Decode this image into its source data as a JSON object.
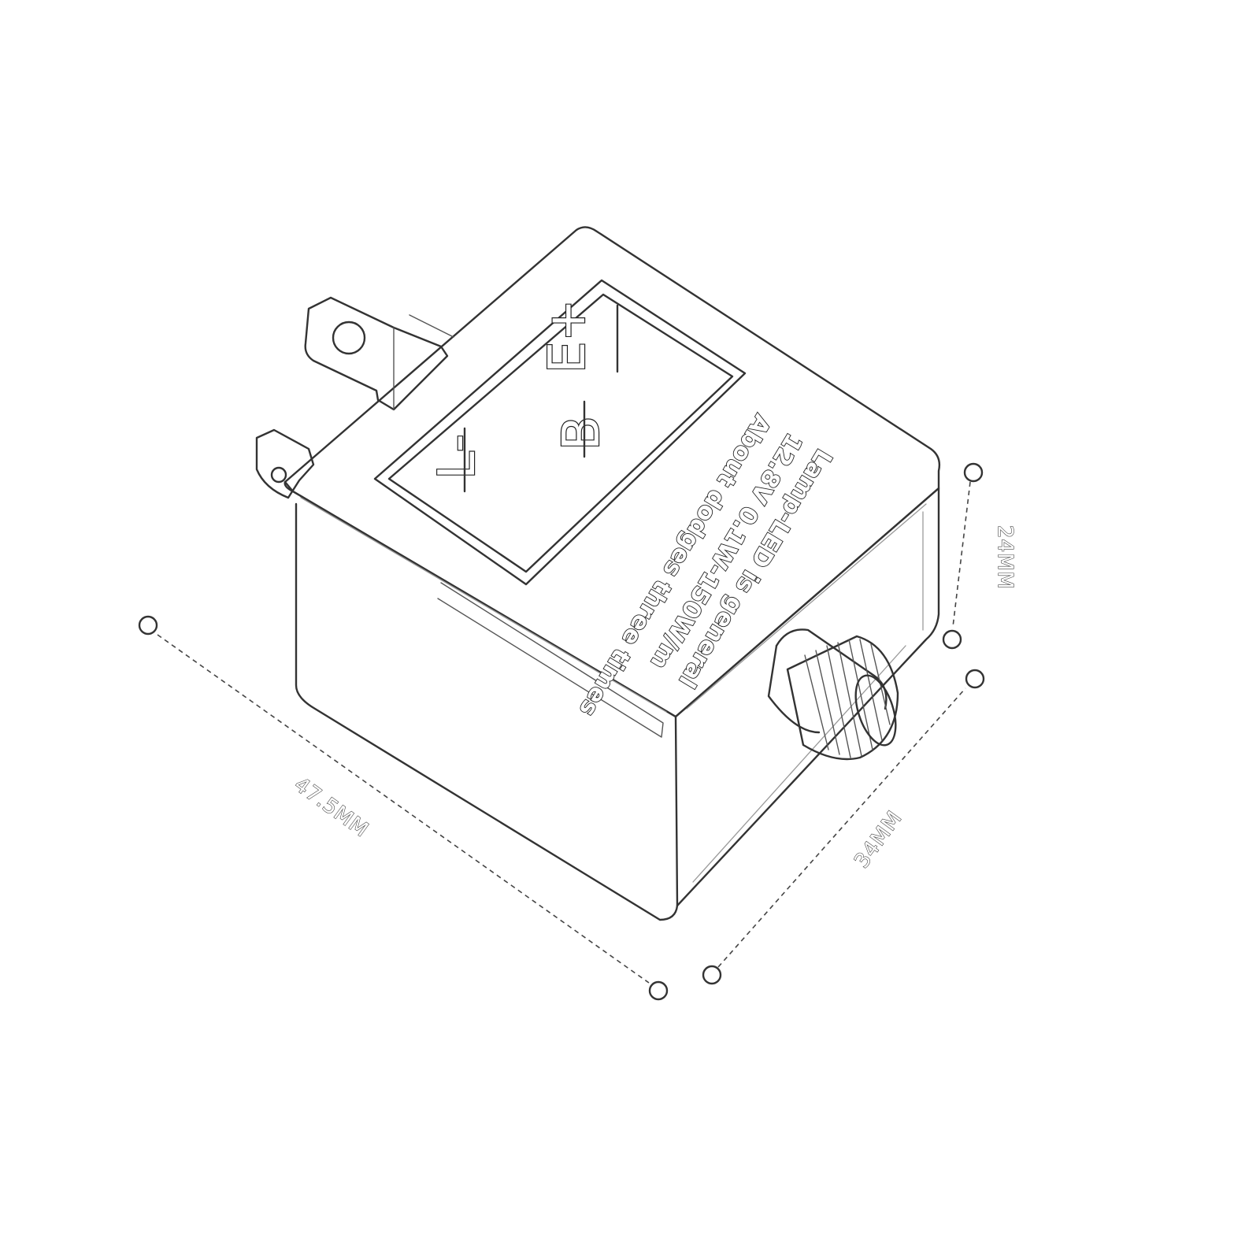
{
  "dimensions": {
    "length": "47.5MM",
    "width": "34MM",
    "height": "24MM"
  },
  "label": {
    "line1": "Lamp-LED is general",
    "line2": "12.8V 0.1W-150W/m",
    "line3": "About dodges three times"
  },
  "terminals": {
    "e_plus": "E+",
    "b": "B",
    "l_minus": "L-"
  },
  "colors": {
    "line": "#333333",
    "background": "#ffffff"
  }
}
